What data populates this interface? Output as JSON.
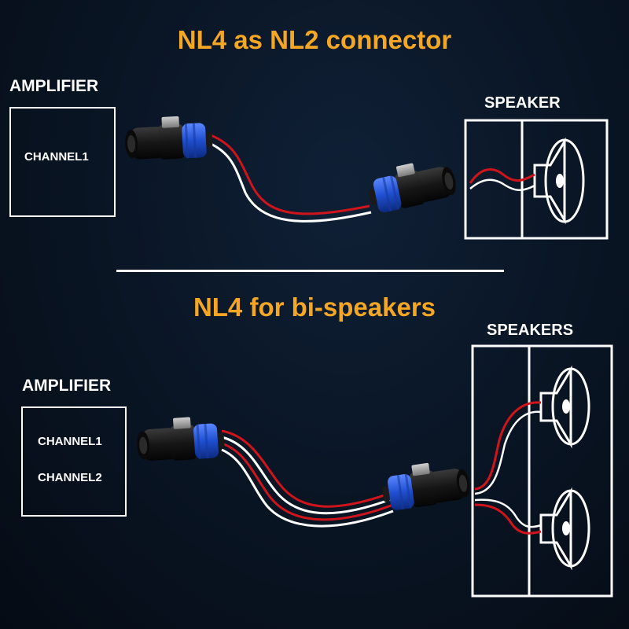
{
  "top": {
    "title": "NL4 as NL2 connector",
    "amplifier_label": "AMPLIFIER",
    "channel1": "CHANNEL1",
    "speaker_label": "SPEAKER"
  },
  "bottom": {
    "title": "NL4 for bi-speakers",
    "amplifier_label": "AMPLIFIER",
    "channel1": "CHANNEL1",
    "channel2": "CHANNEL2",
    "speakers_label": "SPEAKERS"
  },
  "colors": {
    "title": "#f5a623",
    "line": "#ffffff",
    "wire_red": "#d0141c",
    "wire_white": "#ffffff",
    "connector_blue": "#1f4fd0",
    "connector_black": "#141414",
    "background": "#0a1626"
  }
}
